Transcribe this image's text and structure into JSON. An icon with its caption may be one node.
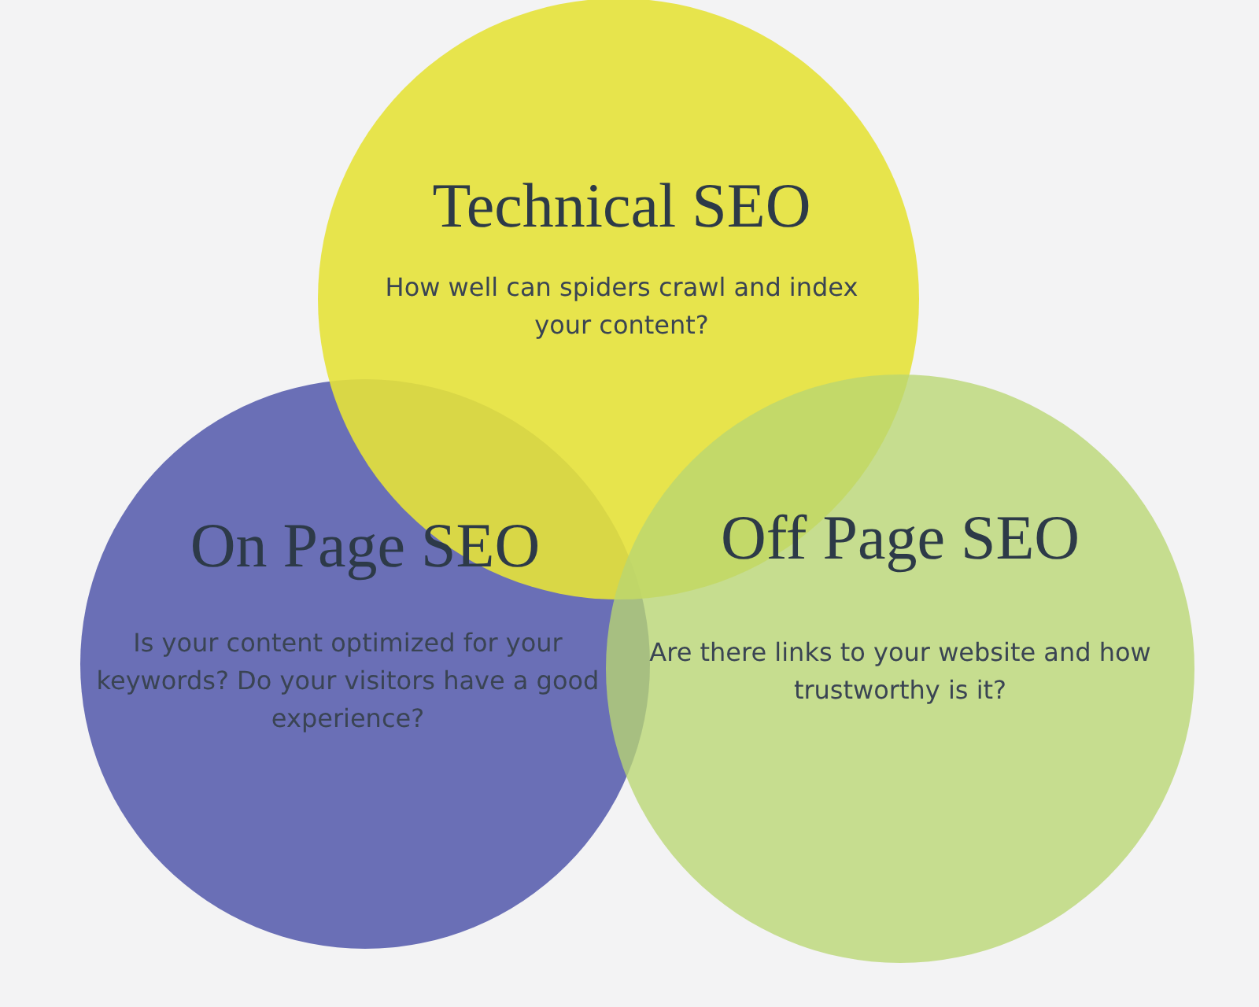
{
  "diagram": {
    "nodes": [
      {
        "text": [
          "Technical SEO",
          "How well can spiders crawl and index your content?"
        ]
      },
      {
        "text": [
          "On Page SEO",
          "Is your content optimized for your keywords? Do your visitors have a good experience?"
        ]
      },
      {
        "text": [
          "Off Page SEO",
          "Are there links to your website and how trustworthy is it?"
        ]
      }
    ]
  }
}
